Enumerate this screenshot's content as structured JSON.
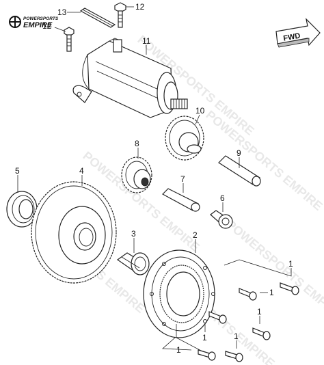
{
  "brand": {
    "tagline": "POWERSPORTS",
    "name": "EMPIRE",
    "watermark": "POWERSPORTS EMPIRE"
  },
  "direction_arrow": {
    "label": "FWD"
  },
  "callouts": {
    "c1": "1",
    "c2": "2",
    "c3": "3",
    "c4": "4",
    "c5": "5",
    "c6": "6",
    "c7": "7",
    "c8": "8",
    "c9": "9",
    "c10": "10",
    "c11": "11",
    "c12": "12",
    "c13": "13"
  },
  "colors": {
    "line": "#222222",
    "background": "#ffffff",
    "watermark": "#cccccc"
  }
}
